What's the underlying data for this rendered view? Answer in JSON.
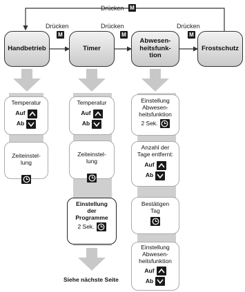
{
  "top": {
    "label": "Drücken",
    "key": "M"
  },
  "transitions": [
    {
      "label": "Drücken",
      "key": "M"
    },
    {
      "label": "Drücken",
      "key": "M"
    },
    {
      "label": "Drücken",
      "key": "M"
    }
  ],
  "modes": [
    "Handbetrieb",
    "Timer",
    "Abwesen-\nheitsfunk-\ntion",
    "Frostschutz"
  ],
  "col1": {
    "temp_title": "Temperatur",
    "up": "Auf",
    "down": "Ab",
    "time_title": "Zeiteinstel-\nlung"
  },
  "col2": {
    "temp_title": "Temperatur",
    "up": "Auf",
    "down": "Ab",
    "time_title": "Zeiteinstel-\nlung",
    "prog_title": "Einstellung\nder\nProgramme",
    "prog_sub": "2 Sek.",
    "next": "Siehe nächste Seite"
  },
  "col3": {
    "c1_title": "Einstellung\nAbwesen-\nheitsfunktion",
    "c1_sub": "2 Sek.",
    "c2_title": "Anzahl der\nTage entfernt:",
    "c2_up": "Auf",
    "c2_down": "Ab",
    "c3_title": "Bestätigen\nTag",
    "c4_title": "Einstellung\nAbwesen-\nheitsfunktion",
    "c4_up": "Auf",
    "c4_down": "Ab"
  },
  "colors": {
    "box_top": "#f2f2f2",
    "box_bottom": "#c9c9c9",
    "strip": "#cfcfcf",
    "key": "#1a1a1a"
  }
}
